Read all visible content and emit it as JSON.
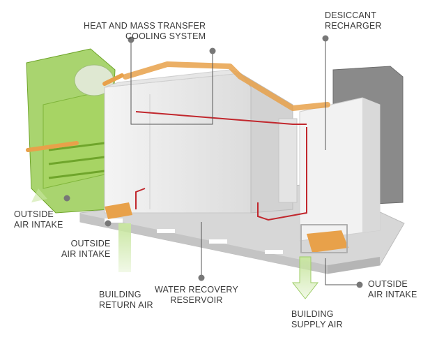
{
  "labels": {
    "cooling_system": {
      "line1": "HEAT AND MASS TRANSFER",
      "line2": "COOLING SYSTEM"
    },
    "desiccant": {
      "line1": "DESICCANT",
      "line2": "RECHARGER"
    },
    "outside_intake_left": {
      "line1": "OUTSIDE",
      "line2": "AIR INTAKE"
    },
    "outside_intake_mid": {
      "line1": "OUTSIDE",
      "line2": "AIR INTAKE"
    },
    "return_air": {
      "line1": "BUILDING",
      "line2": "RETURN AIR"
    },
    "reservoir": {
      "line1": "WATER RECOVERY",
      "line2": "RESERVOIR"
    },
    "supply_air": {
      "line1": "BUILDING",
      "line2": "SUPPLY AIR"
    },
    "outside_intake_right": {
      "line1": "OUTSIDE",
      "line2": "AIR INTAKE"
    }
  },
  "colors": {
    "green_housing": "#8cc63f",
    "orange_duct": "#e8a14a",
    "pipe_red": "#c1272d",
    "body_white": "#eeeeee",
    "leader_gray": "#777777"
  }
}
